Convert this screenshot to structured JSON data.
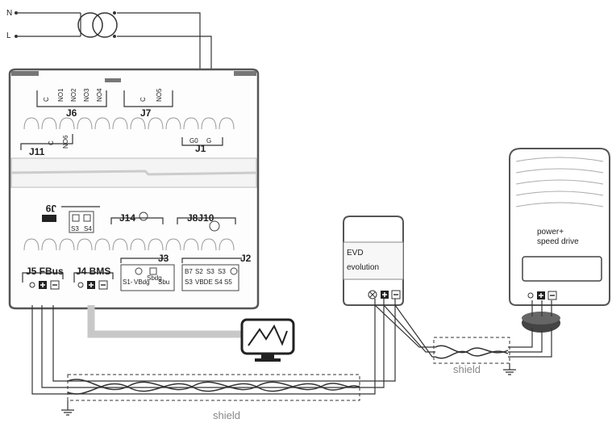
{
  "power": {
    "n_label": "N",
    "l_label": "L"
  },
  "controller": {
    "terminals": {
      "j6": "J6",
      "j7": "J7",
      "j11": "J11",
      "j1": "J1",
      "j9": "J9",
      "j14": "J14",
      "j8j10": "J8J10",
      "j3": "J3",
      "j2": "J2",
      "j5": "J5 FBus",
      "j4": "J4 BMS"
    },
    "pins": {
      "c1": "C",
      "no1": "NO1",
      "no2": "NO2",
      "no3": "NO3",
      "no4": "NO4",
      "c2": "C",
      "no5": "NO5",
      "c3": "C",
      "no6": "NO6",
      "g0": "G0",
      "g": "G",
      "j9a": "S3",
      "j9b": "S4",
      "j3a": "S1-",
      "j3b": "Sbdg",
      "j3c": "Sbu",
      "j3d": "VBdg",
      "j2a": "B7",
      "j2b": "S2",
      "j2c": "S3",
      "j2d": "S3",
      "j2e": "S3",
      "j2f": "VBDE",
      "j2g": "S4",
      "j2h": "S5"
    }
  },
  "evd": {
    "line1": "EVD",
    "line2": "evolution"
  },
  "drive": {
    "line1": "power+",
    "line2": "speed drive"
  },
  "shield": {
    "main": "shield",
    "right": "shield"
  },
  "icons": {
    "monitor": "monitor-chart-icon",
    "transformer": "transformer-icon",
    "ground": "ground-icon"
  },
  "colors": {
    "stroke": "#333333",
    "bms_cable": "#c8c8c8",
    "ferrite": "#444444"
  }
}
